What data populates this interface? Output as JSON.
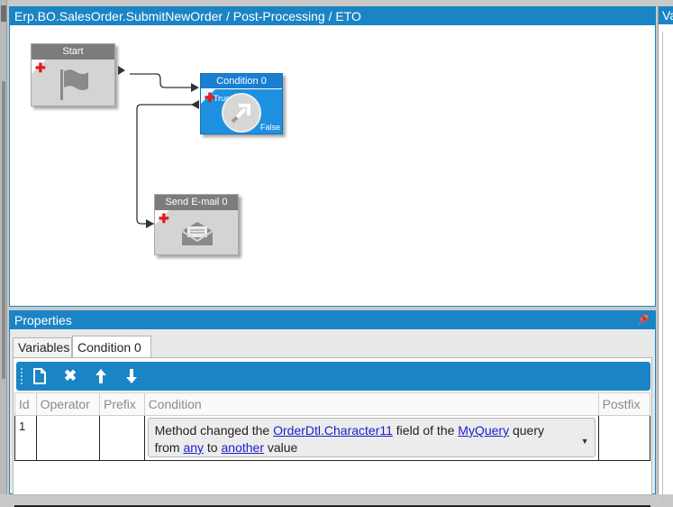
{
  "designer": {
    "title": "Erp.BO.SalesOrder.SubmitNewOrder / Post-Processing / ETO",
    "nodes": {
      "start": {
        "label": "Start",
        "icon": "flag-icon"
      },
      "condition": {
        "label": "Condition 0",
        "true_label": "True",
        "false_label": "False",
        "icon": "condition-icon"
      },
      "email": {
        "label": "Send E-mail 0",
        "icon": "envelope-icon"
      }
    }
  },
  "variables_panel": {
    "title": "Va"
  },
  "properties": {
    "title": "Properties",
    "pin_icon": "pin-icon",
    "tabs": [
      {
        "label": "Variables",
        "active": false
      },
      {
        "label": "Condition 0",
        "active": true
      }
    ],
    "toolbar": {
      "buttons": [
        {
          "name": "new",
          "icon": "new-document-icon",
          "glyph": "🗋"
        },
        {
          "name": "delete",
          "icon": "delete-icon",
          "glyph": "✖"
        },
        {
          "name": "move-up",
          "icon": "arrow-up-icon",
          "glyph": "🡑"
        },
        {
          "name": "move-down",
          "icon": "arrow-down-icon",
          "glyph": "🡓"
        }
      ]
    },
    "grid": {
      "columns": [
        "Id",
        "Operator",
        "Prefix",
        "Condition",
        "Postfix"
      ],
      "rows": [
        {
          "id": "1",
          "operator": "",
          "prefix": "",
          "condition": {
            "t1": "Method changed the ",
            "link1": "OrderDtl.Character11",
            "t2": " field of the ",
            "link2": "MyQuery",
            "t3": " query",
            "t4": "from ",
            "link3": "any",
            "t5": " to ",
            "link4": "another",
            "t6": " value"
          },
          "postfix": ""
        }
      ]
    }
  },
  "colors": {
    "accent": "#1b84c4",
    "node_blue": "#1e90e0",
    "node_gray": "#d4d4d4",
    "add_red": "#e21b1b"
  }
}
